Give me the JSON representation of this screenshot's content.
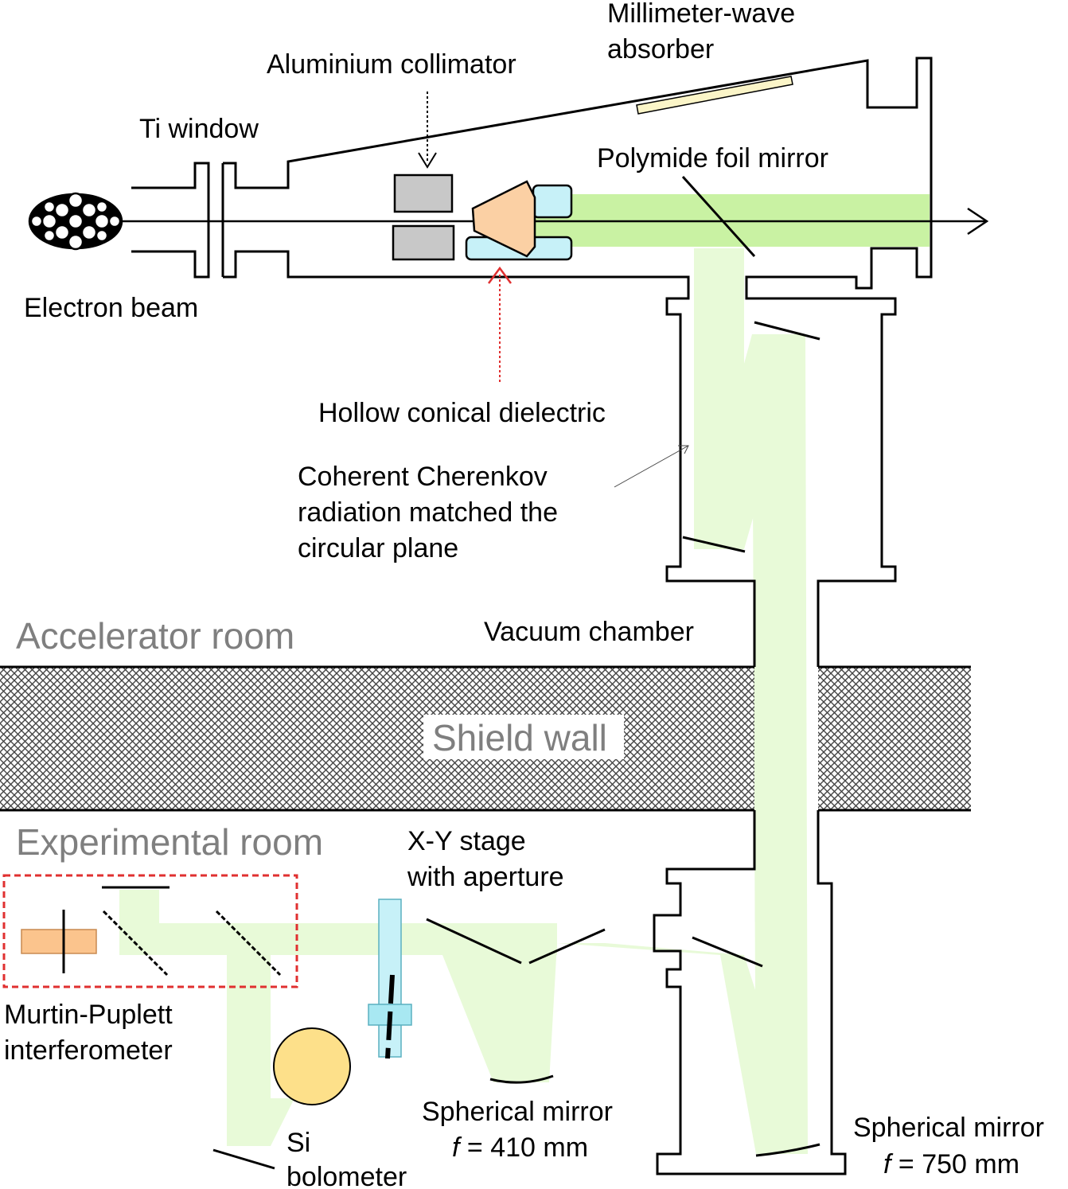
{
  "labels": {
    "mm_absorber_1": "Millimeter-wave",
    "mm_absorber_2": "absorber",
    "al_collimator": "Aluminium collimator",
    "ti_window": "Ti window",
    "polymide_mirror": "Polymide foil mirror",
    "electron_beam": "Electron beam",
    "hollow_cone": "Hollow conical dielectric",
    "ccr_1": "Coherent Cherenkov",
    "ccr_2": "radiation matched the",
    "ccr_3": "circular plane",
    "accel_room": "Accelerator room",
    "vacuum_chamber": "Vacuum chamber",
    "shield_wall": "Shield wall",
    "exp_room": "Experimental room",
    "xy_stage_1": "X-Y stage",
    "xy_stage_2": "with aperture",
    "mp_1": "Murtin-Puplett",
    "mp_2": "interferometer",
    "si_1": "Si",
    "si_2": "bolometer",
    "sph410_1": "Spherical mirror",
    "sph410_f": "f",
    "sph410_val": " = 410 mm",
    "sph750_1": "Spherical mirror",
    "sph750_f": "f",
    "sph750_val": " = 750 mm"
  },
  "colors": {
    "beam_green": "#ccf5a8",
    "radiation_light": "#eafbdc",
    "cone_fill": "#fbd0a4",
    "collimator_fill": "#c8c8c8",
    "holder_fill": "#c7f1f8",
    "absorber_fill": "#fbf5c8",
    "bolometer_fill": "#fde08a",
    "interferometer_border": "#e03030",
    "wall_hatch": "#555555",
    "room_text": "#7f7f7f"
  }
}
